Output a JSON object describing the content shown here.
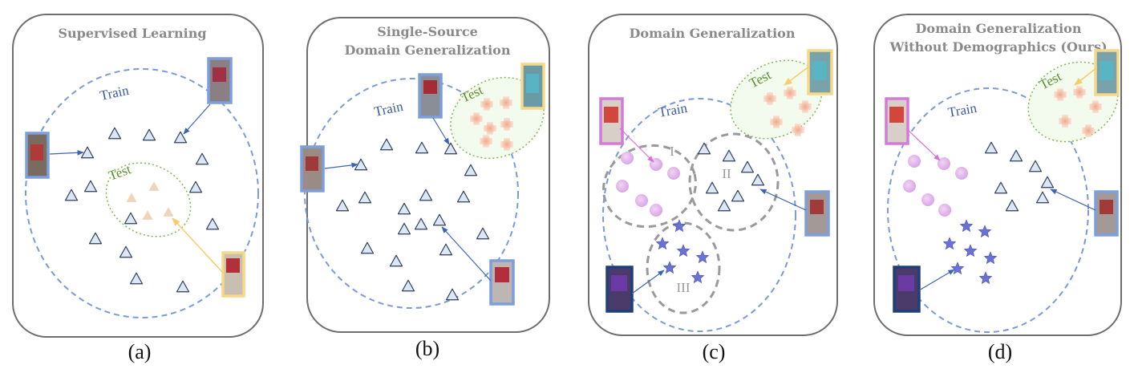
{
  "panels": [
    {
      "title_lines": [
        "Supervised Learning"
      ],
      "caption": "(a)",
      "train_label": "Train",
      "test_label": "Test"
    },
    {
      "title_lines": [
        "Single-Source",
        "Domain Generalization"
      ],
      "caption": "(b)",
      "train_label": "Train",
      "test_label": "Test"
    },
    {
      "title_lines": [
        "Domain Generalization"
      ],
      "caption": "(c)",
      "train_label": "Train",
      "test_label": "Test",
      "domain_labels": [
        "I",
        "II",
        "III"
      ]
    },
    {
      "title_lines": [
        "Domain Generalization",
        "Without Demographics (Ours)"
      ],
      "caption": "(d)",
      "train_label": "Train",
      "test_label": "Test"
    }
  ],
  "colors": {
    "frame": "#6e6e6e",
    "train_ellipse": "#7b9bd6",
    "test_ellipse": "#7fb84d",
    "domain_ellipse": "#9a9a9a",
    "triangle_stroke": "#2c3e5c",
    "triangle_fill": "#dde6f3",
    "test_triangle": "#f1d3b8",
    "cross": "#f5c3a6",
    "circle": "#e2b6ec",
    "star": "#6b72d6",
    "photo_border_blue": "#7d9fdc",
    "photo_border_yellow": "#f5d889",
    "photo_border_pink": "#d47ad9",
    "photo_border_navy": "#1f3f7a",
    "arrow_blue": "#3e63b5",
    "arrow_yellow": "#f3cf6a",
    "arrow_pink": "#d870dc"
  }
}
